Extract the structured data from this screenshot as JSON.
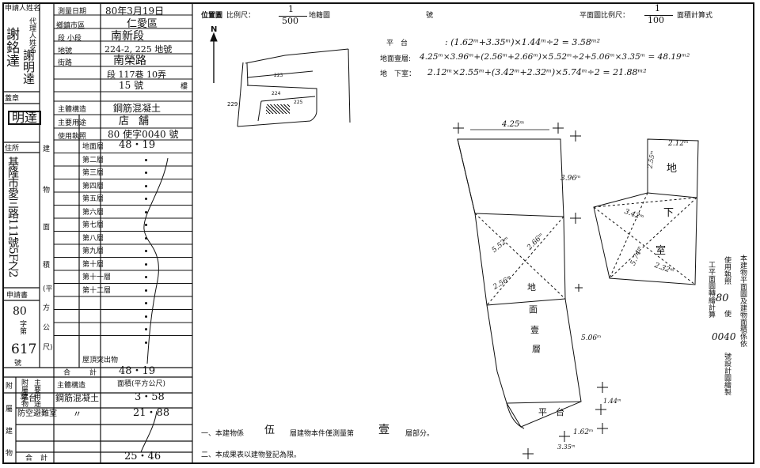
{
  "left_table": {
    "applicant_label": "申請人姓名",
    "applicant_name": "謝銘達",
    "agent_label": "代理人姓名",
    "agent_name": "謝明達",
    "seal_label": "蓋章",
    "seal_text": "明達",
    "address_label": "住所",
    "address_value": "基隆市愛三路111號5F之2",
    "survey_date_label": "測量日期",
    "survey_date": "80年3月19日",
    "district_label": "鄉鎮市區",
    "district_value": "仁愛區",
    "section_label": "段 小段",
    "section_value": "南新段",
    "lot_label": "地號",
    "lot_value": "224-2, 225 地號",
    "road_label": "街路",
    "road_value": "南榮路",
    "lane_value": "段 117巷 10弄",
    "number_value": "15 號",
    "floor_suffix": "樓",
    "structure_label": "主體構造",
    "structure_value": "鋼筋混凝土",
    "use_label": "主要用途",
    "use_value": "店舖",
    "permit_label": "使用執照",
    "permit_value": "80 使字0040 號",
    "area_header": "面積(平方公尺)",
    "floors": [
      {
        "name": "地面層",
        "area": "48・19"
      },
      {
        "name": "第二層",
        "area": ""
      },
      {
        "name": "第三層",
        "area": ""
      },
      {
        "name": "第四層",
        "area": ""
      },
      {
        "name": "第五層",
        "area": ""
      },
      {
        "name": "第六層",
        "area": ""
      },
      {
        "name": "第七層",
        "area": ""
      },
      {
        "name": "第八層",
        "area": ""
      },
      {
        "name": "第九層",
        "area": ""
      },
      {
        "name": "第十層",
        "area": ""
      },
      {
        "name": "第十一層",
        "area": ""
      },
      {
        "name": "第十二層",
        "area": ""
      },
      {
        "name": "",
        "area": ""
      },
      {
        "name": "",
        "area": ""
      },
      {
        "name": "",
        "area": ""
      },
      {
        "name": "",
        "area": ""
      }
    ],
    "roof_label": "屋頂突出物",
    "total_label": "合計",
    "total_value": "48・19",
    "receipt_label": "申請書",
    "receipt_no_1": "80",
    "receipt_no_2": "字第",
    "receipt_no_3": "617",
    "receipt_no_4": "號",
    "annex_header_1": "附屬建物",
    "annex_header_2": "主要用途",
    "annex_header_3": "主體構造",
    "annex_header_4": "面積(平方公尺)",
    "annex_rows": [
      {
        "use": "平台",
        "structure": "鋼筋混凝土",
        "area": "3・58"
      },
      {
        "use": "防空避難室",
        "structure": "〃",
        "area": "21・88"
      },
      {
        "use": "",
        "structure": "",
        "area": ""
      }
    ],
    "annex_total_label": "合計",
    "annex_total_value": "25・46",
    "side_labels": [
      "附",
      "屬",
      "建",
      "物"
    ],
    "side_build": [
      "建",
      "物",
      "面",
      "積",
      "(平",
      "方",
      "公",
      "尺)"
    ]
  },
  "location": {
    "title": "位置圖",
    "scale_label": "比例尺：",
    "scale_num": "1",
    "scale_den": "500",
    "scale_suffix": "地籍圖",
    "north": "N",
    "lots": [
      "223",
      "224",
      "229",
      "225"
    ]
  },
  "header_mid": "號",
  "plan": {
    "scale_label": "平面圖比例尺：",
    "scale_num": "1",
    "scale_den": "100",
    "scale_suffix": "面積計算式",
    "formula_1_label": "平　台",
    "formula_1": ": (1.62ᵐ+3.35ᵐ)×1.44ᵐ÷2 = 3.58ᵐ²",
    "formula_2_label": "地面壹層:",
    "formula_2": "4.25ᵐ×3.96ᵐ+(2.56ᵐ+2.66ᵐ)×5.52ᵐ÷2+5.06ᵐ×3.35ᵐ = 48.19ᵐ²",
    "formula_3_label": "地　下室：",
    "formula_3": "2.12ᵐ×2.55ᵐ+(3.42ᵐ+2.32ᵐ)×5.74ᵐ÷2 = 21.88ᵐ²",
    "dims": {
      "d1": "4.25ᵐ",
      "d2": "3.96ᵐ",
      "d3": "5.52ᵐ",
      "d4": "2.66ᵐ",
      "d5": "2.56ᵐ",
      "d6": "5.06ᵐ",
      "d7": "1.44ᵐ",
      "d8": "1.62ᵐ",
      "d9": "3.35ᵐ",
      "b1": "2.12ᵐ",
      "b2": "2.55ᵐ",
      "b3": "3.42ᵐ",
      "b4": "5.74ᵐ",
      "b5": "2.32ᵐ"
    },
    "ground_label": [
      "地",
      "面",
      "壹",
      "層"
    ],
    "terrace_label": "平　台",
    "basement_label": [
      "地",
      "下",
      "室"
    ]
  },
  "right_note": {
    "col1": "本建物平面圖及建物面積係依",
    "col2_a": "使用執照",
    "col2_b": "80",
    "col2_c": "使",
    "col2_d": "0040",
    "col2_e": "號設計圖繪製",
    "col3": "工平面圖轉繪計算"
  },
  "notes": {
    "n1_a": "一、本建物係",
    "n1_b": "伍",
    "n1_c": "層建物本件僅測量第",
    "n1_d": "壹",
    "n1_e": "層部分。",
    "n2": "二、本成果表以建物登記為限。"
  }
}
